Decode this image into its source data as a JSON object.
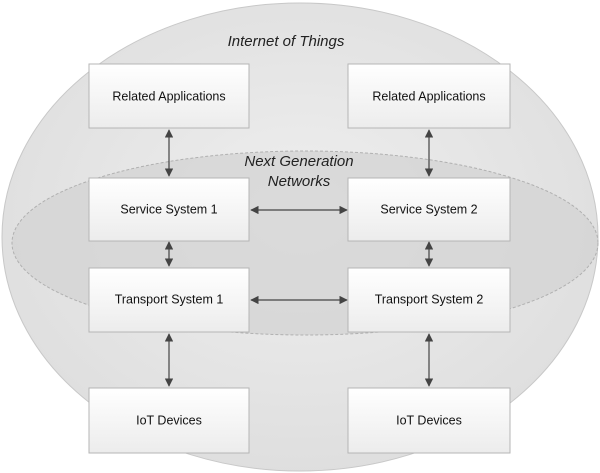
{
  "outer_ellipse": {
    "label": "Internet of Things"
  },
  "inner_ellipse": {
    "label_line1": "Next Generation",
    "label_line2": "Networks"
  },
  "boxes": {
    "app_left": {
      "label": "Related Applications"
    },
    "app_right": {
      "label": "Related Applications"
    },
    "service_left": {
      "label": "Service System 1"
    },
    "service_right": {
      "label": "Service System 2"
    },
    "transport_left": {
      "label": "Transport System 1"
    },
    "transport_right": {
      "label": "Transport System 2"
    },
    "device_left": {
      "label": "IoT Devices"
    },
    "device_right": {
      "label": "IoT Devices"
    }
  },
  "colors": {
    "outer_ellipse_fill": "#e6e6e6",
    "inner_ellipse_fill": "#d4d4d4",
    "box_top": "#ffffff",
    "box_bottom": "#ececec",
    "arrow": "#444444"
  }
}
